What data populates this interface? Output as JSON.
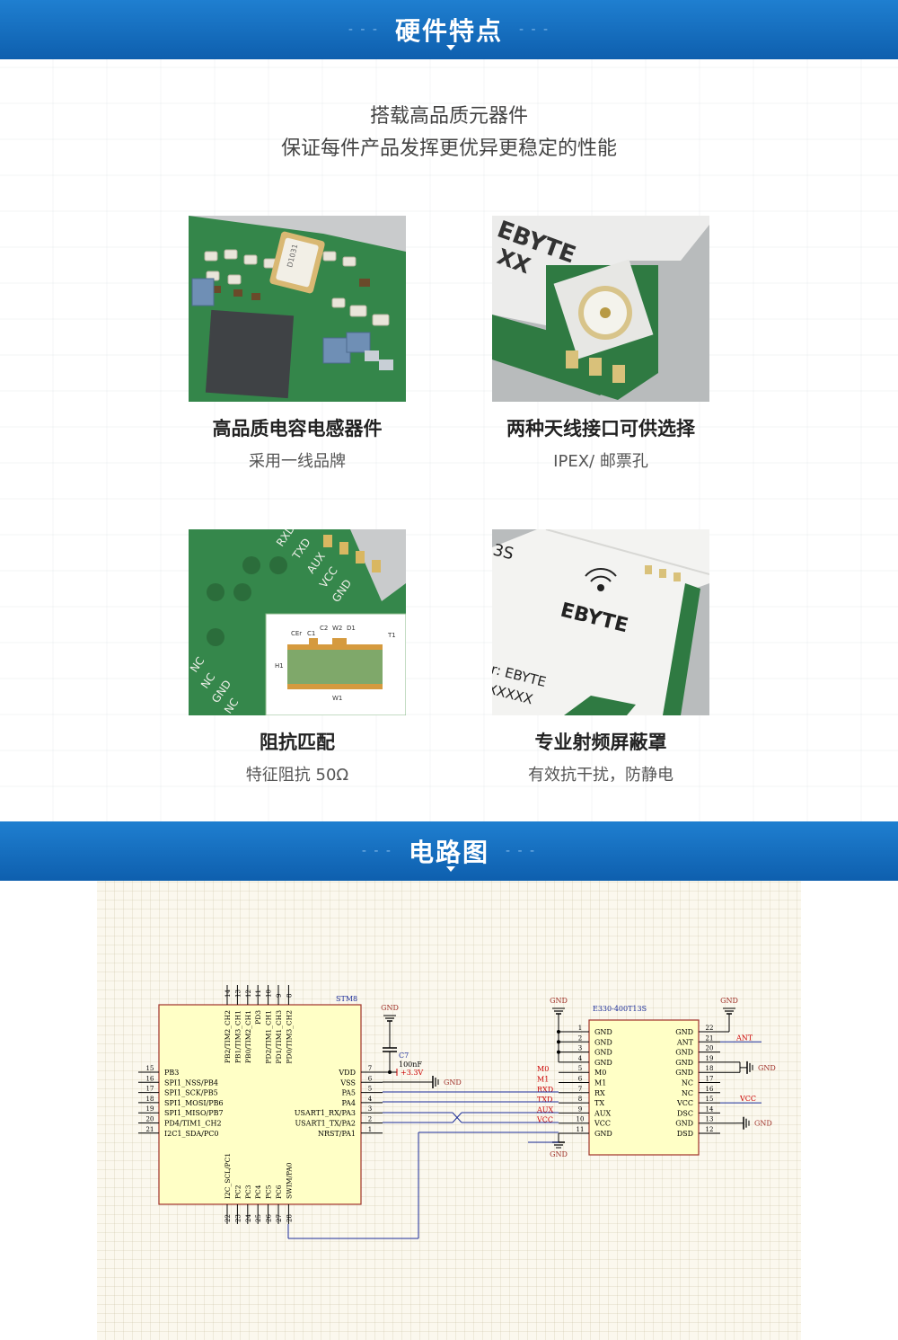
{
  "sections": {
    "features_title": "硬件特点",
    "circuit_title": "电路图",
    "divider": "- - -"
  },
  "intro": {
    "line1": "搭载高品质元器件",
    "line2": "保证每件产品发挥更优异更稳定的性能"
  },
  "features": [
    {
      "title": "高品质电容电感器件",
      "subtitle": "采用一线品牌"
    },
    {
      "title": "两种天线接口可供选择",
      "subtitle": "IPEX/ 邮票孔"
    },
    {
      "title": "阻抗匹配",
      "subtitle": "特征阻抗 50Ω"
    },
    {
      "title": "专业射频屏蔽罩",
      "subtitle": "有效抗干扰，防静电"
    }
  ],
  "photo_text": {
    "crystal": "D1031",
    "antenna_brand": "EBYTE",
    "antenna_code": "XX",
    "pins_top": [
      "RXD",
      "TXD",
      "AUX",
      "VCC",
      "GND"
    ],
    "pins_left": [
      "NC",
      "NC",
      "GND",
      "NC"
    ],
    "impedance_labels": [
      "CEr",
      "C1",
      "C2",
      "W2",
      "D1",
      "T1",
      "H1",
      "W1"
    ],
    "shield_brand": "EBYTE",
    "shield_partial": "3S",
    "shield_line1": "r: EBYTE",
    "shield_line2": "XXXXX"
  },
  "schematic": {
    "mcu_name": "STM8",
    "mcu_left_pins": [
      {
        "num": "15",
        "label": "PB3"
      },
      {
        "num": "16",
        "label": "SPI1_NSS/PB4"
      },
      {
        "num": "17",
        "label": "SPI1_SCK/PB5"
      },
      {
        "num": "18",
        "label": "SPI1_MOSI/PB6"
      },
      {
        "num": "19",
        "label": "SPI1_MISO/PB7"
      },
      {
        "num": "20",
        "label": "PD4/TIM1_CH2"
      },
      {
        "num": "21",
        "label": "I2C1_SDA/PC0"
      }
    ],
    "mcu_right_pins": [
      {
        "num": "7",
        "label": "VDD"
      },
      {
        "num": "6",
        "label": "VSS"
      },
      {
        "num": "5",
        "label": "PA5"
      },
      {
        "num": "4",
        "label": "PA4"
      },
      {
        "num": "3",
        "label": "USART1_RX/PA3"
      },
      {
        "num": "2",
        "label": "USART1_TX/PA2"
      },
      {
        "num": "1",
        "label": "NRST/PA1"
      }
    ],
    "mcu_top_pins": [
      {
        "num": "14",
        "label": "PB2/TIM2_CH2"
      },
      {
        "num": "13",
        "label": "PB1/TIM3_CH1"
      },
      {
        "num": "12",
        "label": "PB0/TIM2_CH1"
      },
      {
        "num": "11",
        "label": "PD3"
      },
      {
        "num": "10",
        "label": "PD2/TIM1_CH1"
      },
      {
        "num": "9",
        "label": "PD1/TIM1_CH3"
      },
      {
        "num": "8",
        "label": "PD0/TIM3_CH2"
      }
    ],
    "mcu_bottom_pins": [
      {
        "num": "22",
        "label": "I2C_SCL/PC1"
      },
      {
        "num": "23",
        "label": "PC2"
      },
      {
        "num": "24",
        "label": "PC3"
      },
      {
        "num": "25",
        "label": "PC4"
      },
      {
        "num": "26",
        "label": "PC5"
      },
      {
        "num": "27",
        "label": "PC6"
      },
      {
        "num": "28",
        "label": "SWIM/PA0"
      }
    ],
    "cap_name": "C7",
    "cap_value": "100nF",
    "supply_label": "+3.3V",
    "gnd_label": "GND",
    "module_name": "E330-400T13S",
    "module_left_pins": [
      {
        "num": "1",
        "label": "GND",
        "net": ""
      },
      {
        "num": "2",
        "label": "GND",
        "net": ""
      },
      {
        "num": "3",
        "label": "GND",
        "net": ""
      },
      {
        "num": "4",
        "label": "GND",
        "net": ""
      },
      {
        "num": "5",
        "label": "M0",
        "net": "M0"
      },
      {
        "num": "6",
        "label": "M1",
        "net": "M1"
      },
      {
        "num": "7",
        "label": "RX",
        "net": "RXD"
      },
      {
        "num": "8",
        "label": "TX",
        "net": "TXD"
      },
      {
        "num": "9",
        "label": "AUX",
        "net": "AUX"
      },
      {
        "num": "10",
        "label": "VCC",
        "net": "VCC"
      },
      {
        "num": "11",
        "label": "GND",
        "net": ""
      }
    ],
    "module_right_pins": [
      {
        "num": "22",
        "label": "GND",
        "net": ""
      },
      {
        "num": "21",
        "label": "ANT",
        "net": "ANT"
      },
      {
        "num": "20",
        "label": "GND",
        "net": ""
      },
      {
        "num": "19",
        "label": "GND",
        "net": ""
      },
      {
        "num": "18",
        "label": "GND",
        "net": ""
      },
      {
        "num": "17",
        "label": "NC",
        "net": ""
      },
      {
        "num": "16",
        "label": "NC",
        "net": ""
      },
      {
        "num": "15",
        "label": "VCC",
        "net": "VCC"
      },
      {
        "num": "14",
        "label": "DSC",
        "net": ""
      },
      {
        "num": "13",
        "label": "GND",
        "net": ""
      },
      {
        "num": "12",
        "label": "DSD",
        "net": ""
      }
    ]
  },
  "colors": {
    "banner": "#1575c6",
    "pcb_green": "#33854a",
    "schematic_body": "#ffffc6",
    "schematic_body_border": "#a0322a",
    "net_label": "#cc0000",
    "wire_blue": "#1b2d99"
  }
}
